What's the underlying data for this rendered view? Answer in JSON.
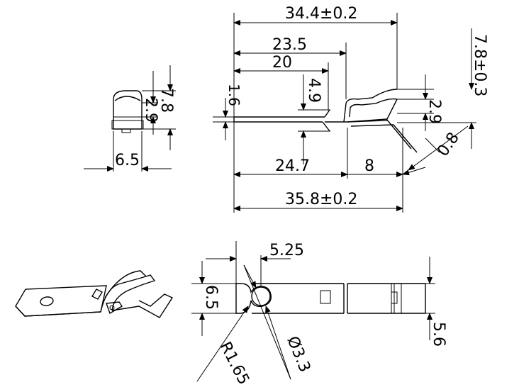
{
  "dimensions": {
    "overall_top": "34.4±0.2",
    "d_23_5": "23.5",
    "d_20": "20",
    "d_4_9": "4.9",
    "d_1_6": "1.6",
    "d_2_9_right": "2.9",
    "d_7_8_tol": "7.8±0.3",
    "d_angle": "0.8",
    "d_24_7": "24.7",
    "d_8": "8",
    "overall_bottom": "35.8±0.2",
    "end_7_8": "7.8",
    "end_2_9": "2.9",
    "end_6_5": "6.5",
    "plan_5_25": "5.25",
    "plan_6_5": "6.5",
    "plan_5_6": "5.6",
    "plan_r": "R1.65",
    "plan_dia": "Ø3.3"
  }
}
